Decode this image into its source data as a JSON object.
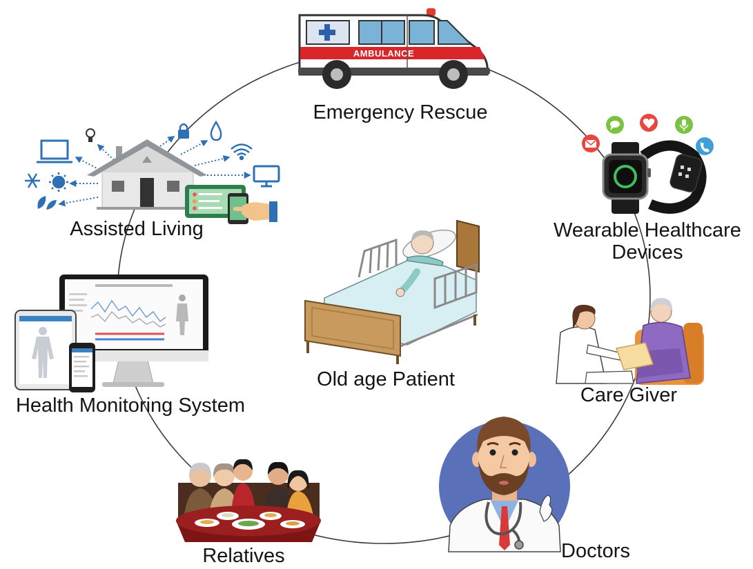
{
  "diagram": {
    "center": {
      "label": "Old age Patient",
      "icon": "patient-in-bed-icon"
    },
    "emergency": {
      "label": "Emergency Rescue",
      "vehicle_text": "AMBULANCE",
      "icon": "ambulance-icon"
    },
    "wearable": {
      "label_line1": "Wearable Healthcare",
      "label_line2": "Devices",
      "icon": "smartwatch-icon",
      "app_icons": [
        "email-icon",
        "chat-icon",
        "heart-icon",
        "microphone-icon",
        "phone-icon"
      ]
    },
    "caregiver": {
      "label": "Care Giver",
      "icon": "nurse-with-elder-icon"
    },
    "doctors": {
      "label": "Doctors",
      "icon": "doctor-icon"
    },
    "relatives": {
      "label": "Relatives",
      "icon": "family-dinner-icon"
    },
    "monitoring": {
      "label": "Health Monitoring System",
      "icon": "computer-tablet-phone-icon"
    },
    "assisted": {
      "label": "Assisted Living",
      "icon": "smart-home-icon",
      "device_icons": [
        "laptop-icon",
        "light-bulb-icon",
        "lock-icon",
        "water-drop-icon",
        "wifi-icon",
        "monitor-icon",
        "snowflake-icon",
        "sun-icon",
        "leaf-icon",
        "tablet-icon"
      ]
    }
  },
  "colors": {
    "ring": "#3a3a3a",
    "label_text": "#141414",
    "ambulance_stripe": "#d8262a",
    "doctor_circle": "#5a70b8",
    "smart_device_blue": "#2f6fb3",
    "alert_red": "#e8463f",
    "app_green": "#7cc242",
    "app_blue": "#3fa0d8"
  }
}
